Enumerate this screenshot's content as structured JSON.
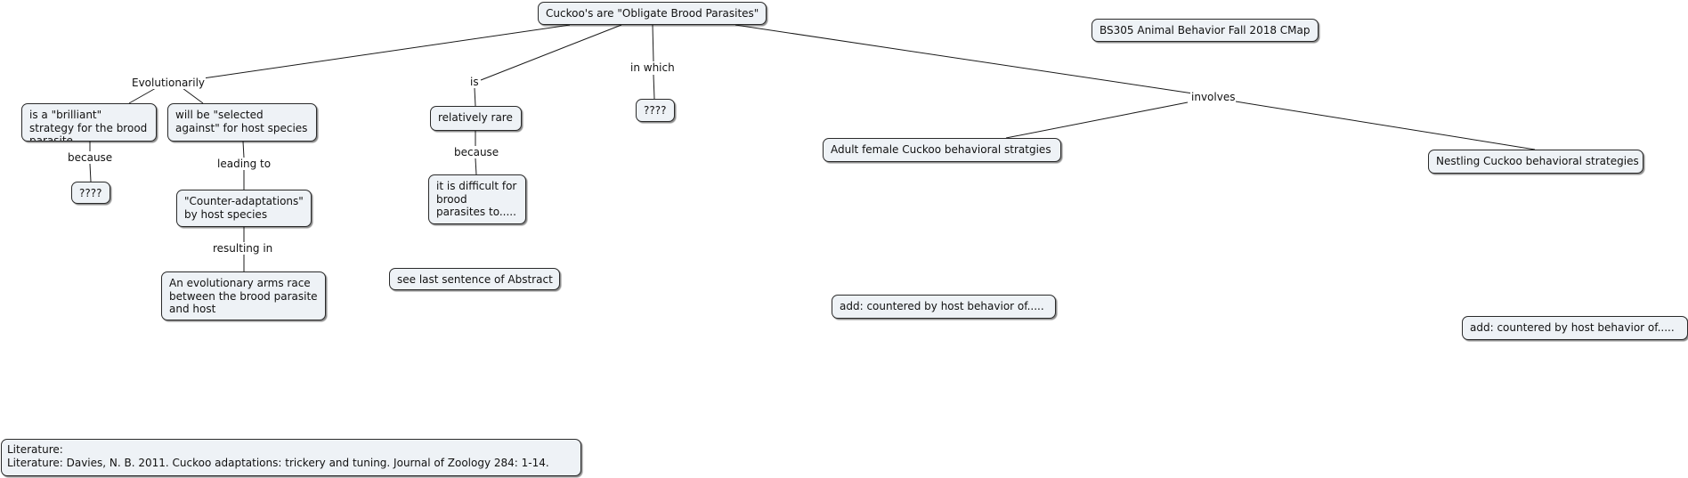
{
  "map": {
    "title_node": "BS305 Animal Behavior Fall 2018 CMap",
    "concepts": {
      "root": "Cuckoo's are \"Obligate Brood Parasites\"",
      "brilliant": "is a \"brilliant\" strategy for the brood parasite",
      "q1": "????",
      "selected": "will be \"selected against\" for host species",
      "counter": "\"Counter-adaptations\" by host species",
      "arms": "An evolutionary arms race between the brood parasite and host",
      "rare": "relatively rare",
      "difficult": "it is difficult for brood parasites to.....",
      "see_last": "see last sentence of Abstract",
      "q2": "????",
      "adult": "Adult female Cuckoo behavioral stratgies",
      "add1": "add: countered by host behavior of.....",
      "nestling": "Nestling Cuckoo behavioral strategies",
      "add2": "add: countered by host behavior of....."
    },
    "linking_phrases": {
      "evolutionarily": "Evolutionarily",
      "because1": "because",
      "leading_to": "leading to",
      "resulting_in": "resulting in",
      "is": "is",
      "because2": "because",
      "in_which": "in which",
      "involves": "involves"
    },
    "literature": {
      "line1": "Literature:",
      "line2": "Literature:  Davies, N. B. 2011.  Cuckoo adaptations: trickery and tuning.  Journal of Zoology 284: 1-14."
    }
  }
}
